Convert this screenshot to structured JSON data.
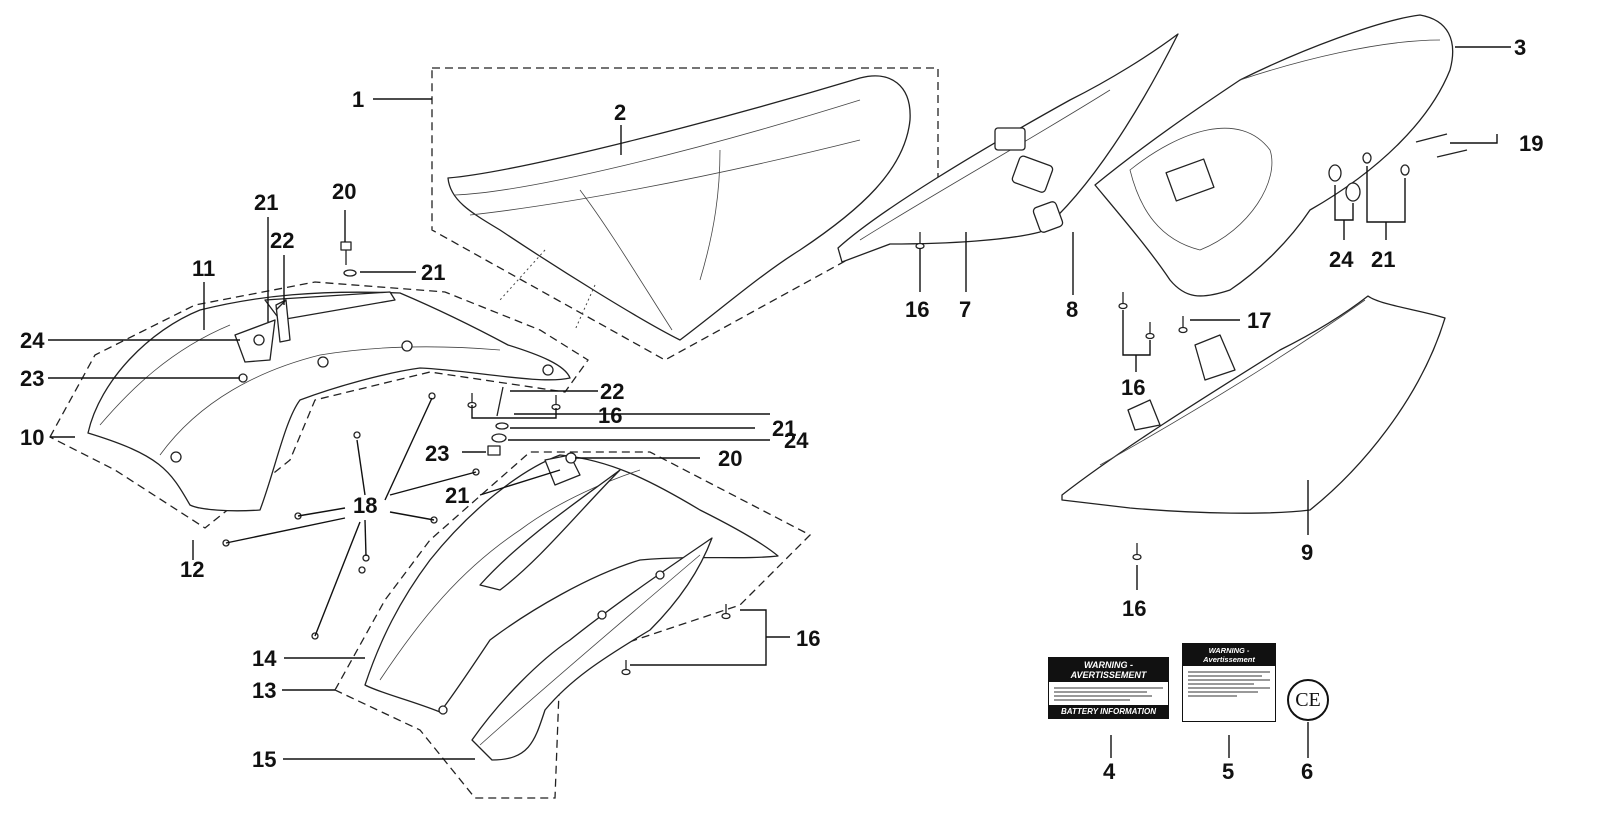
{
  "callouts": {
    "c1": "1",
    "c2": "2",
    "c3": "3",
    "c4": "4",
    "c5": "5",
    "c6": "6",
    "c7": "7",
    "c8": "8",
    "c9": "9",
    "c10": "10",
    "c11": "11",
    "c12": "12",
    "c13": "13",
    "c14": "14",
    "c15": "15",
    "c16": "16",
    "c17": "17",
    "c18": "18",
    "c19": "19",
    "c20": "20",
    "c21": "21",
    "c22": "22",
    "c23": "23",
    "c24": "24"
  },
  "battery_label": {
    "header": "WARNING - AVERTISSEMENT",
    "footer": "BATTERY INFORMATION"
  },
  "warning_label": {
    "header": "WARNING - Avertissement"
  },
  "ce_mark": "CE"
}
